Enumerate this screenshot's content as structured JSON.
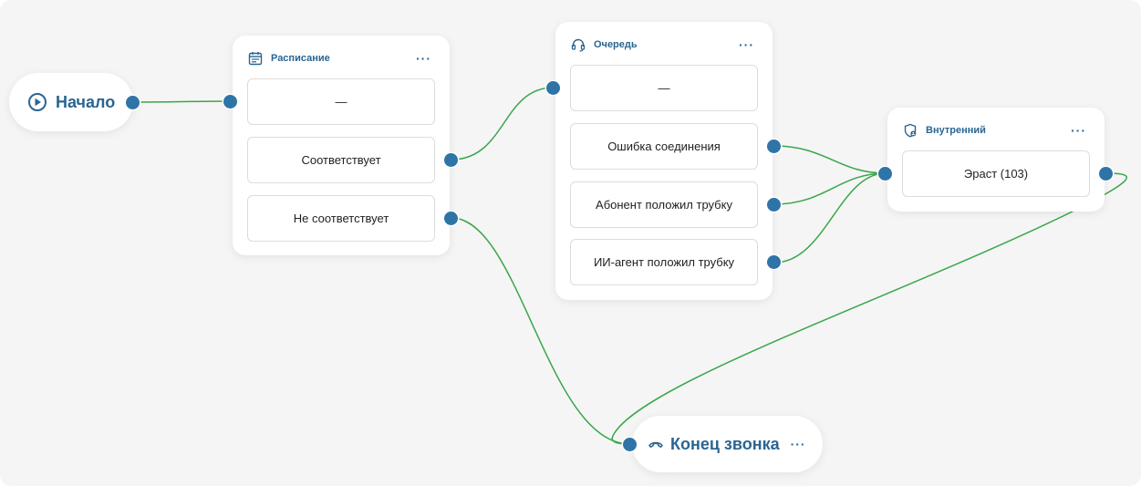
{
  "start": {
    "label": "Начало",
    "icon": "play-circle-icon"
  },
  "schedule": {
    "title": "Расписание",
    "icon": "calendar-icon",
    "more": "···",
    "slots": [
      "—",
      "Соответствует",
      "Не соответствует"
    ]
  },
  "queue": {
    "title": "Очередь",
    "icon": "headset-icon",
    "more": "···",
    "slots": [
      "—",
      "Ошибка соединения",
      "Абонент положил трубку",
      "ИИ-агент положил трубку"
    ]
  },
  "internal": {
    "title": "Внутренний",
    "icon": "shield-user-icon",
    "more": "···",
    "slots": [
      "Эраст (103)"
    ]
  },
  "end": {
    "label": "Конец звонка",
    "icon": "hang-up-icon",
    "more": "···"
  },
  "colors": {
    "edge": "#3aa64a",
    "port": "#2f74a6",
    "title": "#2a6592"
  }
}
